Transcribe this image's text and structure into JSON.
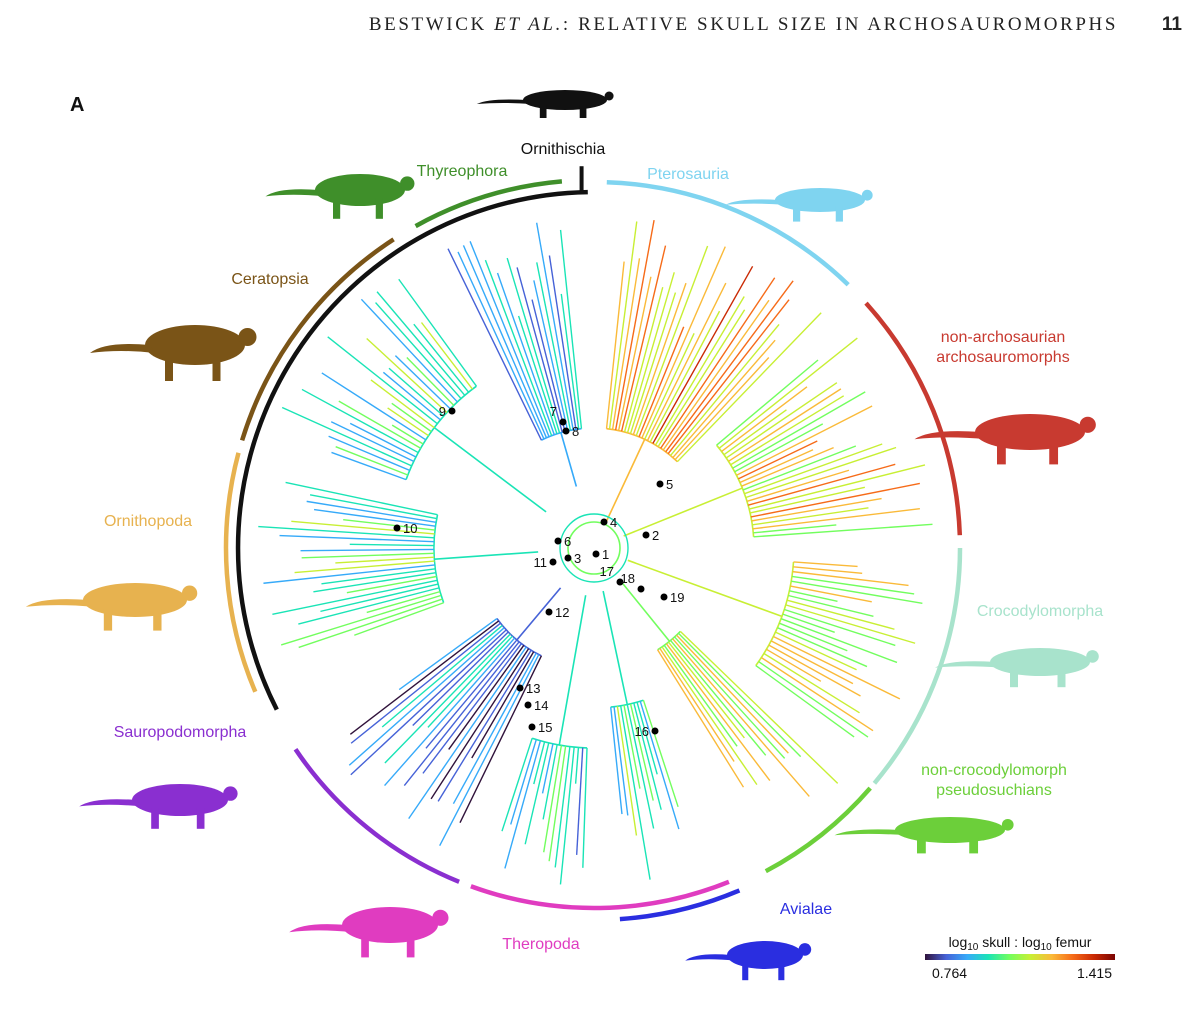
{
  "header": {
    "running_title_pre": "BESTWICK ",
    "running_title_em": "ET AL.",
    "running_title_post": ": RELATIVE SKULL SIZE IN ARCHOSAUROMORPHS",
    "page_number": "11"
  },
  "figure": {
    "panel_label": "A",
    "clades": [
      {
        "key": "ornithischia",
        "name": "Ornithischia",
        "color": "#111111"
      },
      {
        "key": "thyreophora",
        "name": "Thyreophora",
        "color": "#3f8f2a"
      },
      {
        "key": "ceratopsia",
        "name": "Ceratopsia",
        "color": "#7a5417"
      },
      {
        "key": "ornithopoda",
        "name": "Ornithopoda",
        "color": "#e7b24f"
      },
      {
        "key": "pterosauria",
        "name": "Pterosauria",
        "color": "#7fd4f0"
      },
      {
        "key": "non_archosaurian",
        "name_line1": "non-archosaurian",
        "name_line2": "archosauromorphs",
        "color": "#c83a30"
      },
      {
        "key": "crocodylomorpha",
        "name": "Crocodylomorpha",
        "color": "#a8e3cc"
      },
      {
        "key": "non_crocodylomorph",
        "name_line1": "non-crocodylomorph",
        "name_line2": "pseudosuchians",
        "color": "#6ccf3a"
      },
      {
        "key": "avialae",
        "name": "Avialae",
        "color": "#2a2ee0"
      },
      {
        "key": "theropoda",
        "name": "Theropoda",
        "color": "#e03cc0"
      },
      {
        "key": "sauropodomorpha",
        "name": "Sauropodomorpha",
        "color": "#8a2fd0"
      }
    ],
    "nodes": [
      "1",
      "2",
      "3",
      "4",
      "5",
      "6",
      "7",
      "8",
      "9",
      "10",
      "11",
      "12",
      "13",
      "14",
      "15",
      "16",
      "17",
      "18",
      "19"
    ],
    "legend": {
      "title_prefix_1": "log",
      "title_sub_1": "10",
      "title_mid": " skull : log",
      "title_sub_2": "10",
      "title_suffix": " femur",
      "min": "0.764",
      "max": "1.415",
      "gradient": [
        "#30123b",
        "#4662d7",
        "#36aaf9",
        "#1ae4b6",
        "#72fe5e",
        "#c8ef34",
        "#faba39",
        "#f66b19",
        "#ca2a04",
        "#7a0403"
      ]
    }
  }
}
